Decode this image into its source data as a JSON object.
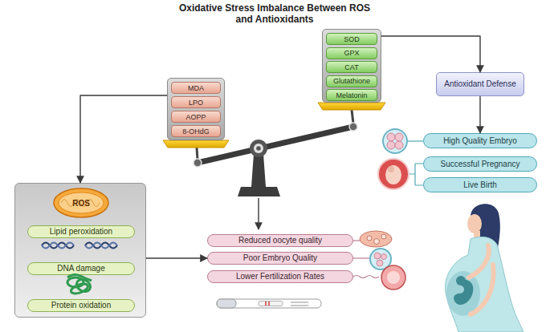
{
  "diagram": {
    "title": "Oxidative Stress Imbalance Between ROS and Antioxidants",
    "nodes": [
      {
        "text": []
      },
      {
        "text": [
          "MDA"
        ],
        "in": 0
      },
      {
        "text": [
          "LPO"
        ],
        "in": 0
      },
      {
        "text": [
          "AOPP"
        ],
        "in": 0
      },
      {
        "text": [
          "8-OHdG"
        ],
        "in": 0
      },
      {
        "text": []
      },
      {
        "text": [
          "SOD"
        ],
        "in": 5
      },
      {
        "text": [
          "GPX"
        ],
        "in": 5
      },
      {
        "text": [
          "CAT"
        ],
        "in": 5
      },
      {
        "text": [
          "Glutathione"
        ],
        "in": 5
      },
      {
        "text": [
          "Melatonin"
        ],
        "in": 5
      },
      {
        "text": [
          "Antioxidant Defense"
        ]
      },
      {
        "text": [
          "High Quality Embryo"
        ]
      },
      {
        "text": [
          "Successful Pregnancy"
        ]
      },
      {
        "text": [
          "Live Birth"
        ]
      },
      {
        "text": []
      },
      {
        "text": [
          "ROS"
        ],
        "in": 15
      },
      {
        "text": [
          "Lipid peroxidation"
        ],
        "in": 15
      },
      {
        "text": [
          "DNA damage"
        ],
        "in": 15
      },
      {
        "text": [
          "Protein oxidation"
        ],
        "in": 15
      },
      {
        "text": [
          "Reduced oocyte quality"
        ]
      },
      {
        "text": [
          "Poor Embryo Quality"
        ]
      },
      {
        "text": [
          "Lower Fertilization Rates"
        ]
      }
    ],
    "edges": [
      {
        "from": 5,
        "to": 11,
        "arrow": "to"
      },
      {
        "from": 11,
        "to": 12,
        "arrow": "to"
      },
      {
        "from": 0,
        "to": 15,
        "arrow": "to"
      },
      {
        "from": 15,
        "to": 21,
        "arrow": "to"
      }
    ]
  }
}
